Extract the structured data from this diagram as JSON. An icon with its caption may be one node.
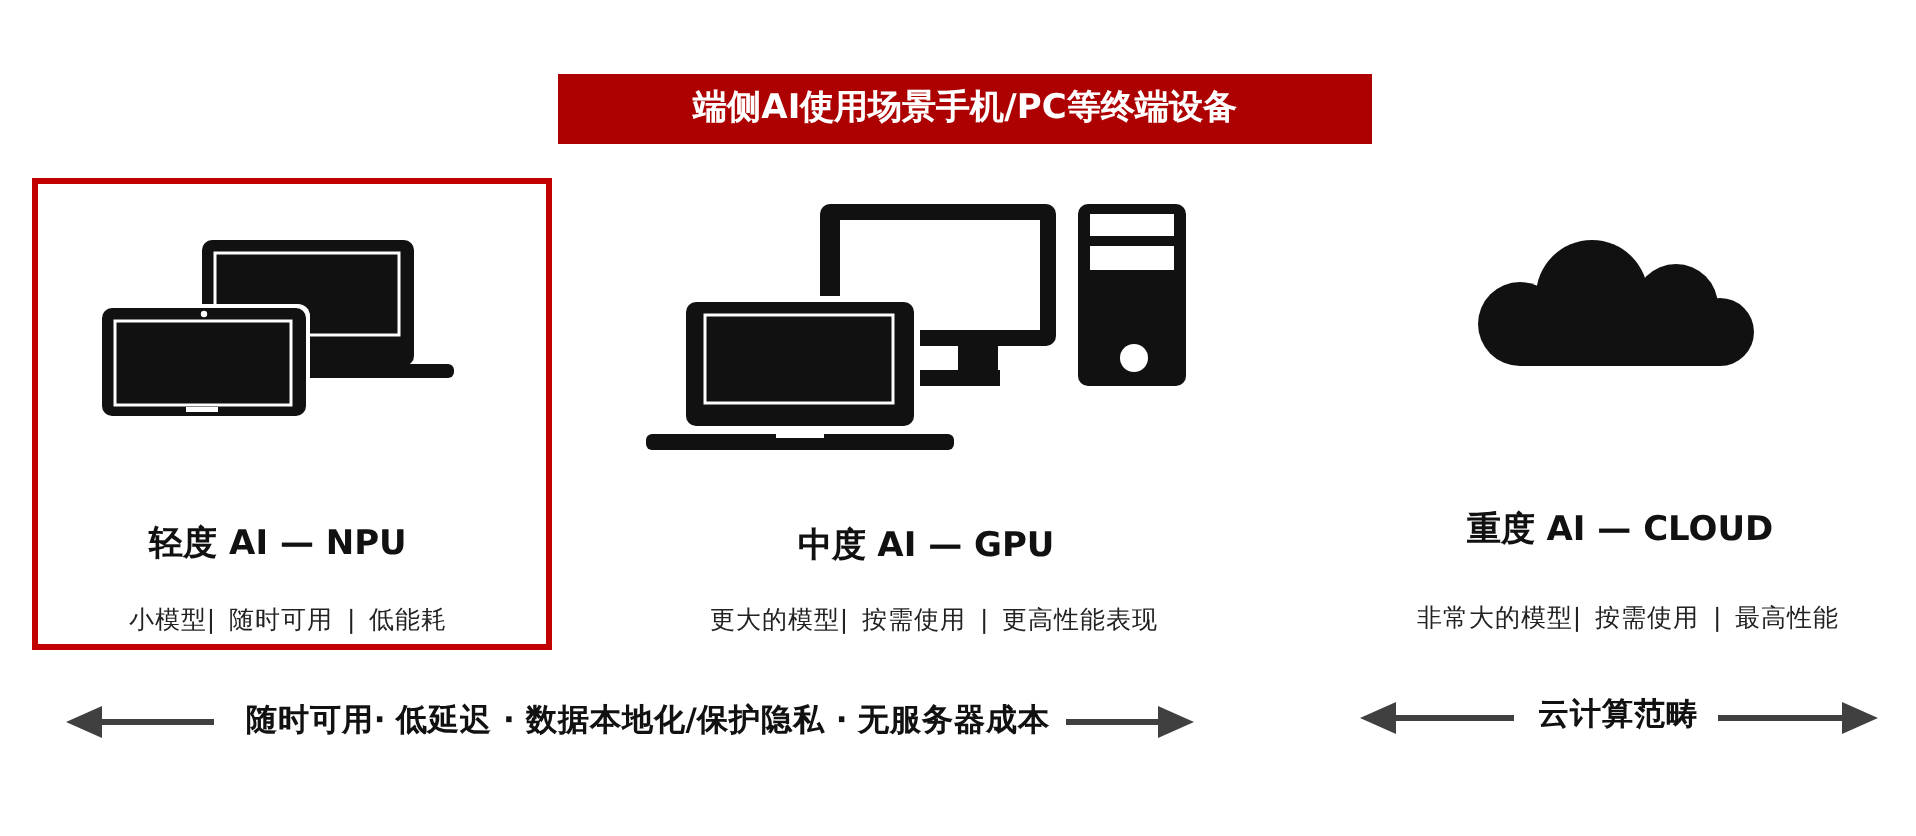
{
  "diagram": {
    "title": "端侧AI使用场景手机/PC等终端设备",
    "nodes": [
      {
        "text": [
          "轻度 AI — NPU",
          "小模型| 随时可用 | 低能耗"
        ]
      }
    ],
    "labels": [
      "中度 AI — GPU",
      "更大的模型| 按需使用 | 更高性能表现",
      "重度 AI — CLOUD",
      "非常大的模型| 按需使用 | 最高性能",
      "随时可用· 低延迟 · 数据本地化/保护隐私 · 无服务器成本",
      "云计算范畴"
    ]
  }
}
